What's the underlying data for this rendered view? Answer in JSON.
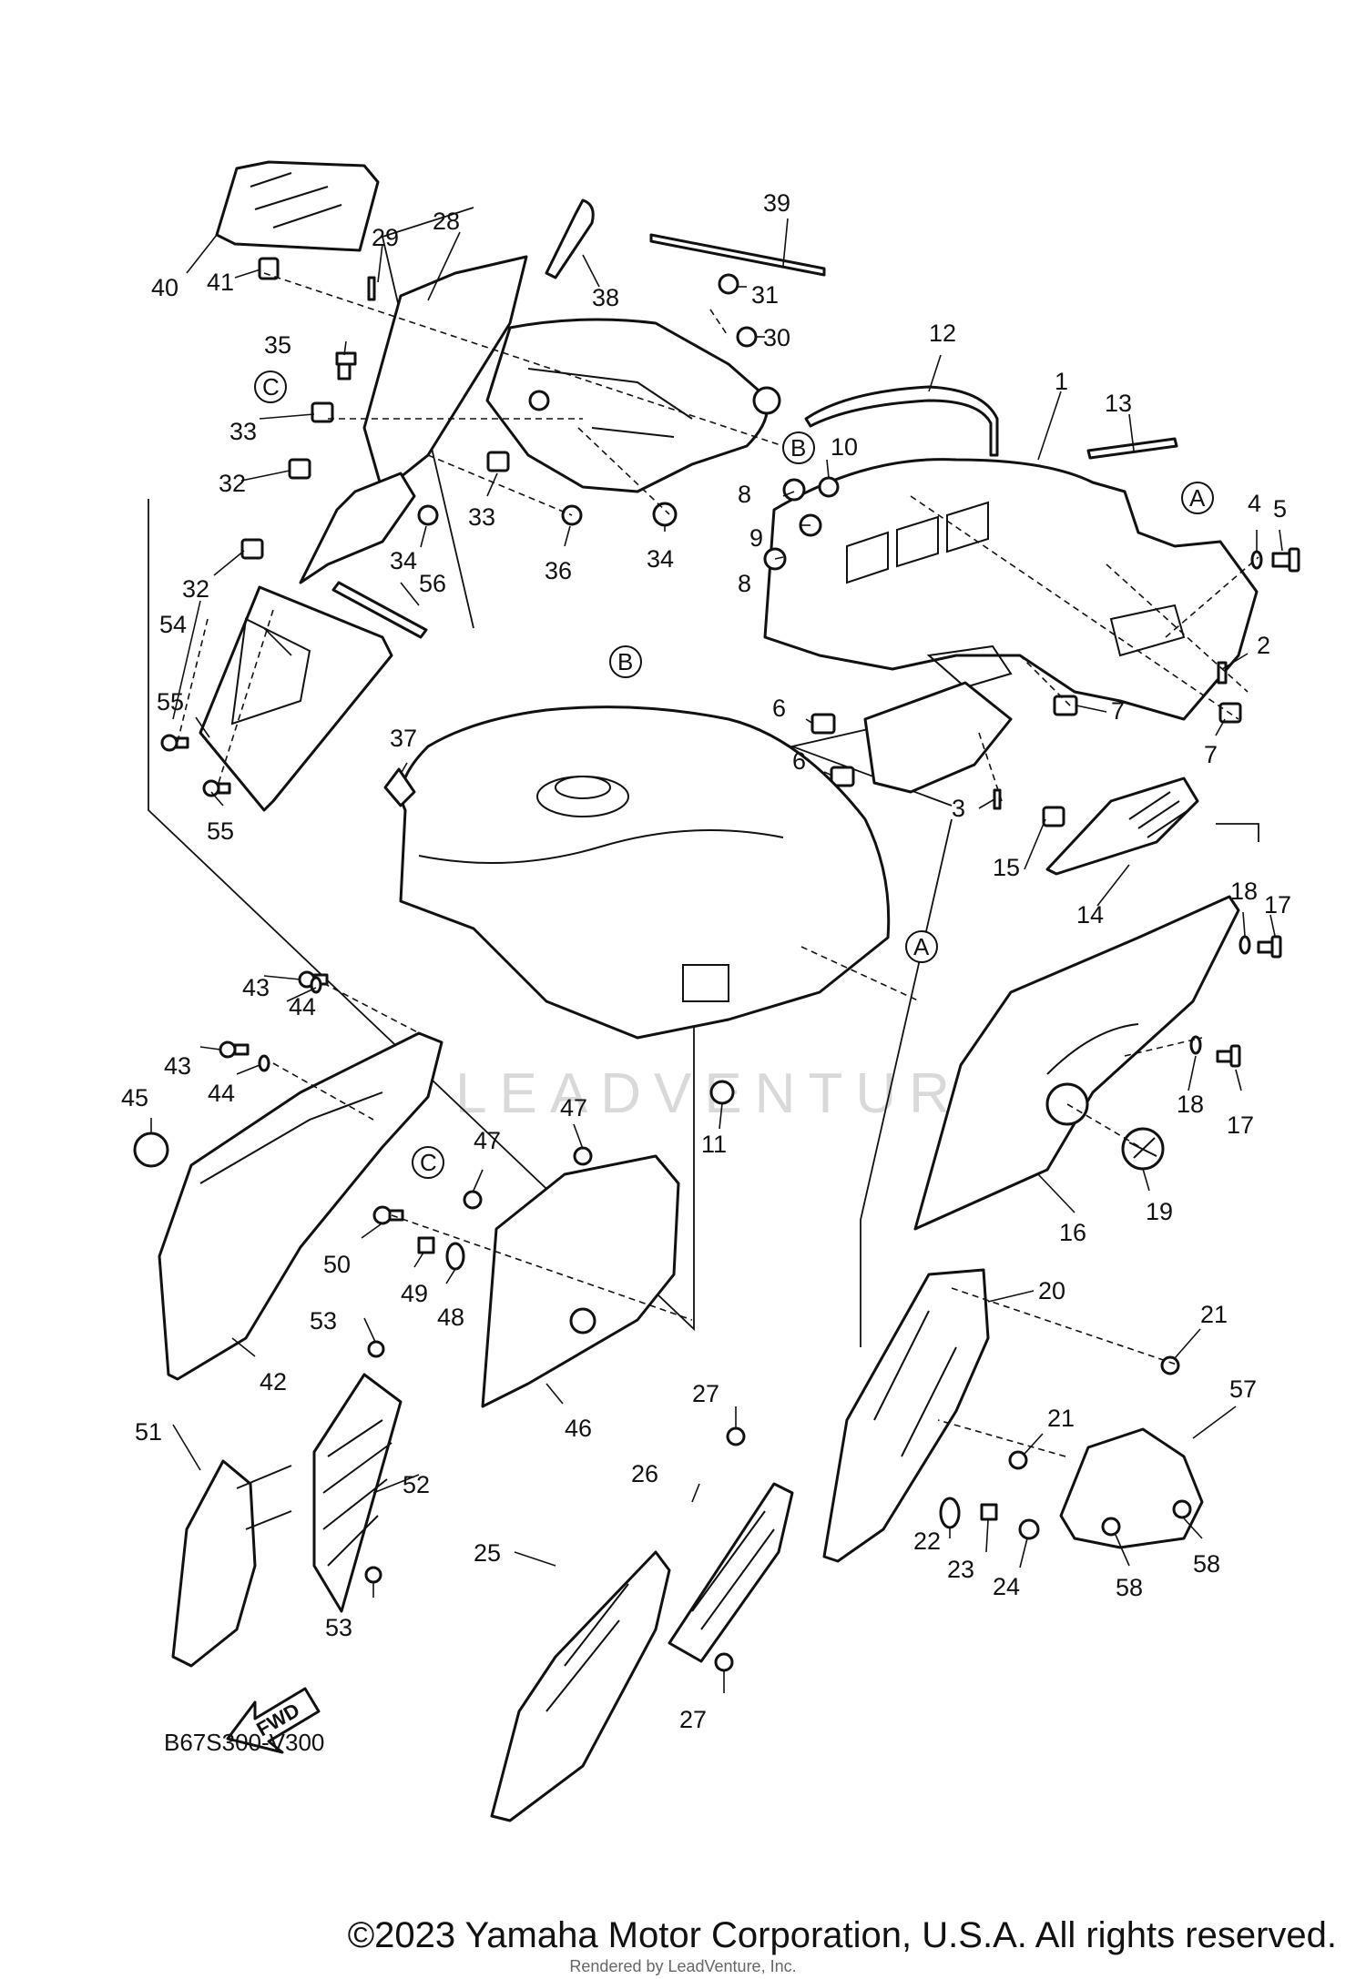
{
  "diagram": {
    "part_code": "B67S300-V300",
    "watermark": "LEADVENTURE",
    "fwd_label": "FWD",
    "reference_letters": [
      "A",
      "B",
      "C"
    ],
    "callouts": [
      "1",
      "2",
      "3",
      "4",
      "5",
      "6",
      "7",
      "8",
      "9",
      "10",
      "11",
      "12",
      "13",
      "14",
      "15",
      "16",
      "17",
      "18",
      "19",
      "20",
      "21",
      "22",
      "23",
      "24",
      "25",
      "26",
      "27",
      "28",
      "29",
      "30",
      "31",
      "32",
      "33",
      "34",
      "35",
      "36",
      "37",
      "38",
      "39",
      "40",
      "41",
      "42",
      "43",
      "44",
      "45",
      "46",
      "47",
      "48",
      "49",
      "50",
      "51",
      "52",
      "53",
      "54",
      "55",
      "56",
      "57",
      "58"
    ]
  },
  "footer": {
    "copyright": "©2023 Yamaha Motor Corporation, U.S.A. All rights reserved.",
    "rendered_by": "Rendered by LeadVenture, Inc."
  }
}
